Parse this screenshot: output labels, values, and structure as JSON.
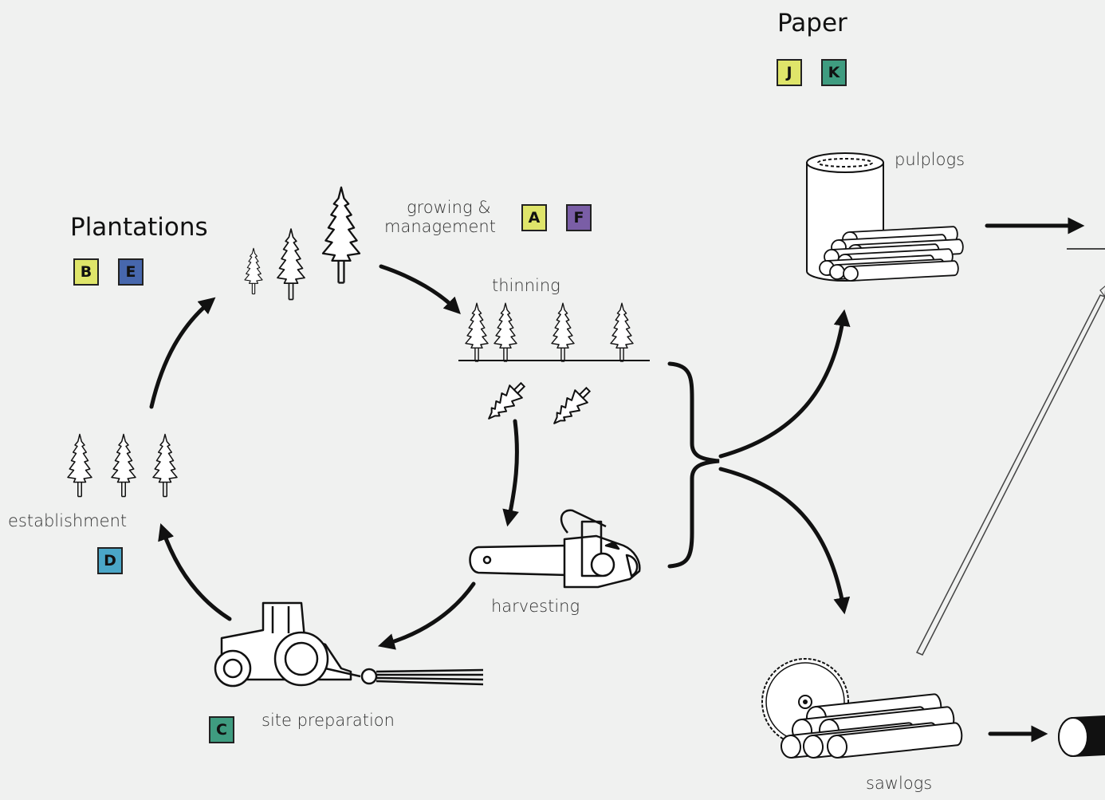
{
  "sections": {
    "plantations": {
      "title": "Plantations",
      "badges": [
        {
          "letter": "B",
          "color": "#dfe56a"
        },
        {
          "letter": "E",
          "color": "#4767ad"
        }
      ]
    },
    "paper": {
      "title": "Paper",
      "badges": [
        {
          "letter": "J",
          "color": "#dfe56a"
        },
        {
          "letter": "K",
          "color": "#3f9c80"
        }
      ]
    }
  },
  "stages": {
    "growing": {
      "label_line1": "growing &",
      "label_line2": "management",
      "badges": [
        {
          "letter": "A",
          "color": "#dfe56a"
        },
        {
          "letter": "F",
          "color": "#7a5ea6"
        }
      ]
    },
    "thinning": {
      "label": "thinning"
    },
    "harvesting": {
      "label": "harvesting"
    },
    "site_preparation": {
      "label": "site preparation",
      "badges": [
        {
          "letter": "C",
          "color": "#3f9c80"
        }
      ]
    },
    "establishment": {
      "label": "establishment",
      "badges": [
        {
          "letter": "D",
          "color": "#4aa6c7"
        }
      ]
    }
  },
  "products": {
    "pulplogs": {
      "label": "pulplogs"
    },
    "sawlogs": {
      "label": "sawlogs"
    }
  },
  "icons": [
    "tree-icon",
    "chainsaw-icon",
    "tractor-icon",
    "pulp-cylinder-icon",
    "log-stack-icon",
    "circular-saw-icon",
    "arrow-icon",
    "brace-icon"
  ]
}
